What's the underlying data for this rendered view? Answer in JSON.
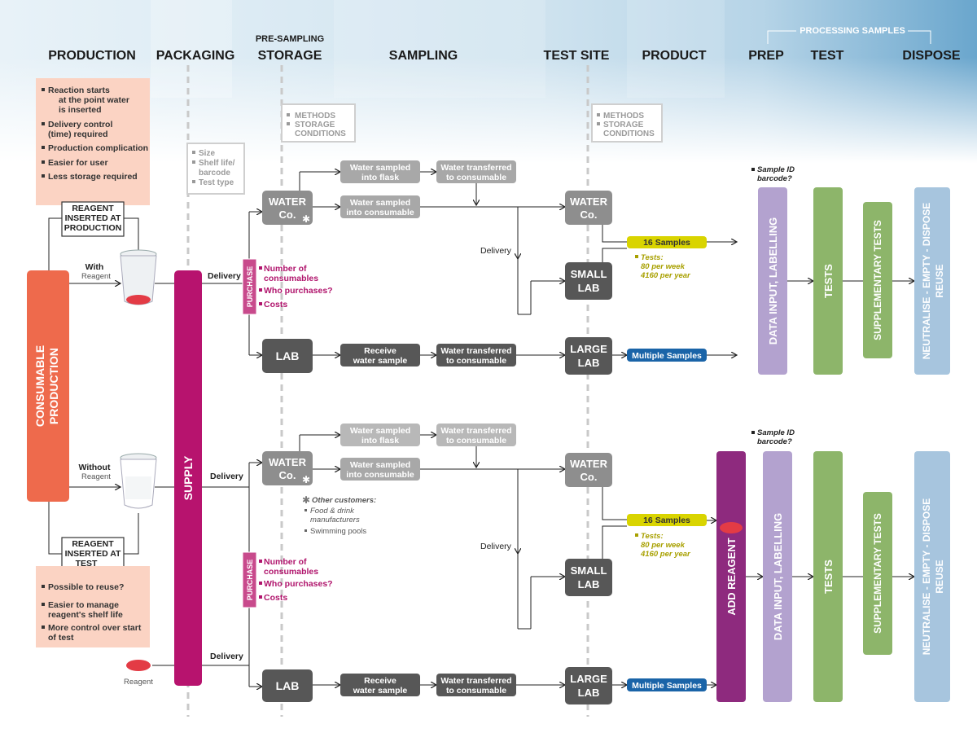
{
  "columns": {
    "production": "PRODUCTION",
    "packaging": "PACKAGING",
    "pre_sampling_top": "PRE-SAMPLING",
    "pre_sampling_bottom": "STORAGE",
    "sampling": "SAMPLING",
    "test_site": "TEST SITE",
    "product": "PRODUCT",
    "processing_samples": "PROCESSING SAMPLES",
    "prep": "PREP",
    "test": "TEST",
    "dispose": "DISPOSE"
  },
  "production_notes_top": [
    "Reaction starts",
    "at the point water",
    "is inserted",
    "Delivery control",
    "(time) required",
    "Production complication",
    "Easier for user",
    "Less storage required"
  ],
  "production_notes_bottom": [
    "Possible to reuse?",
    "Easier to manage",
    "reagent's shelf life",
    "More control over start",
    "of test"
  ],
  "reagent_box_top": [
    "REAGENT",
    "INSERTED AT",
    "PRODUCTION"
  ],
  "reagent_box_bottom": [
    "REAGENT",
    "INSERTED AT",
    "TEST"
  ],
  "consumable_production": [
    "CONSUMABLE",
    "PRODUCTION"
  ],
  "supply": "SUPPLY",
  "with_reagent": [
    "With",
    "Reagent"
  ],
  "without_reagent": [
    "Without",
    "Reagent"
  ],
  "reagent": "Reagent",
  "delivery": "Delivery",
  "packaging_notes": [
    "Size",
    "Shelf life/",
    "barcode",
    "Test type"
  ],
  "storage_notes": [
    "METHODS",
    "STORAGE",
    "CONDITIONS"
  ],
  "purchase": "PURCHASE",
  "purchase_notes": [
    "Number of",
    "consumables",
    "Who purchases?",
    "Costs"
  ],
  "water_co": [
    "WATER",
    "Co."
  ],
  "lab": "LAB",
  "small_lab": [
    "SMALL",
    "LAB"
  ],
  "large_lab": [
    "LARGE",
    "LAB"
  ],
  "water_sampled_flask": [
    "Water sampled",
    "into flask"
  ],
  "water_transferred": [
    "Water transferred",
    "to consumable"
  ],
  "water_sampled_consumable": [
    "Water sampled",
    "into consumable"
  ],
  "receive_water_sample": [
    "Receive",
    "water sample"
  ],
  "other_customers_title": "Other customers:",
  "other_customers": [
    "Food & drink",
    "manufacturers",
    "Swimming pools"
  ],
  "samples_16": "16 Samples",
  "tests_note": [
    "Tests:",
    "80 per week",
    "4160 per year"
  ],
  "multiple_samples": "Multiple Samples",
  "sample_id": [
    "Sample ID",
    "barcode?"
  ],
  "data_input": "DATA INPUT, LABELLING",
  "tests": "TESTS",
  "supplementary_tests": "SUPPLEMENTARY TESTS",
  "dispose_bar": [
    "NEUTRALISE - EMPTY - DISPOSE",
    "REUSE"
  ],
  "add_reagent": "ADD REAGENT",
  "colors": {
    "consumable": "#ee6a4c",
    "supply": "#b7136e",
    "purchase": "#c84a8c",
    "dark_box": "#575757",
    "mid_box": "#8e8e8e",
    "light_box": "#a8a8a8",
    "prep": "#b3a2cf",
    "test": "#8db56a",
    "dispose": "#a7c5de",
    "add_reagent": "#8e2a7e",
    "yellow": "#d9d400",
    "blue": "#1a64a8",
    "note_bg": "#fbd3c3"
  }
}
